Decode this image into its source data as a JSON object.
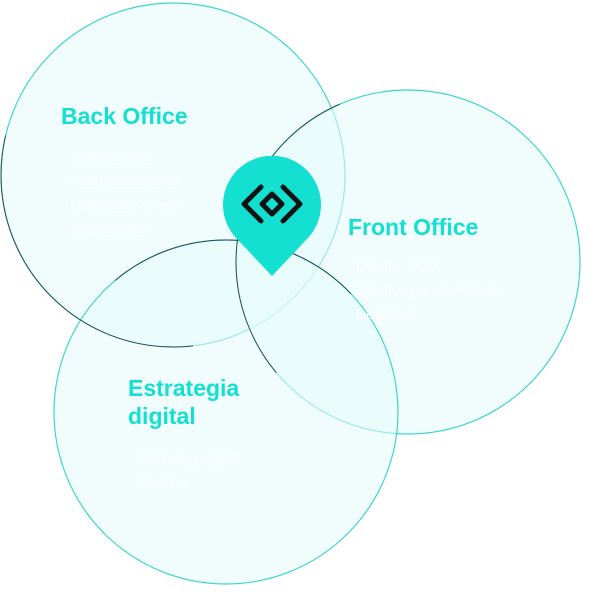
{
  "colors": {
    "accent": "#14e0d2",
    "circle_fill": "#e6fbfb",
    "circle_stroke_teal": "#3ed6cc",
    "circle_stroke_dark": "#2d4e52",
    "logo_ink": "#0a1416"
  },
  "back_office": {
    "title": "Back Office",
    "items": [
      "Integraciones",
      "Automatizaciones",
      "Optimización web",
      "Migraciones"
    ]
  },
  "front_office": {
    "title": "Front Office",
    "items": [
      "Diseño UX/UI",
      "Diseños personalizados",
      "Desarrollo"
    ]
  },
  "estrategia": {
    "title_line1": "Estrategia",
    "title_line2": "digital",
    "items": [
      "Marketing digital",
      "Analítica"
    ]
  },
  "logo": {
    "icon": "link-chain-icon"
  }
}
